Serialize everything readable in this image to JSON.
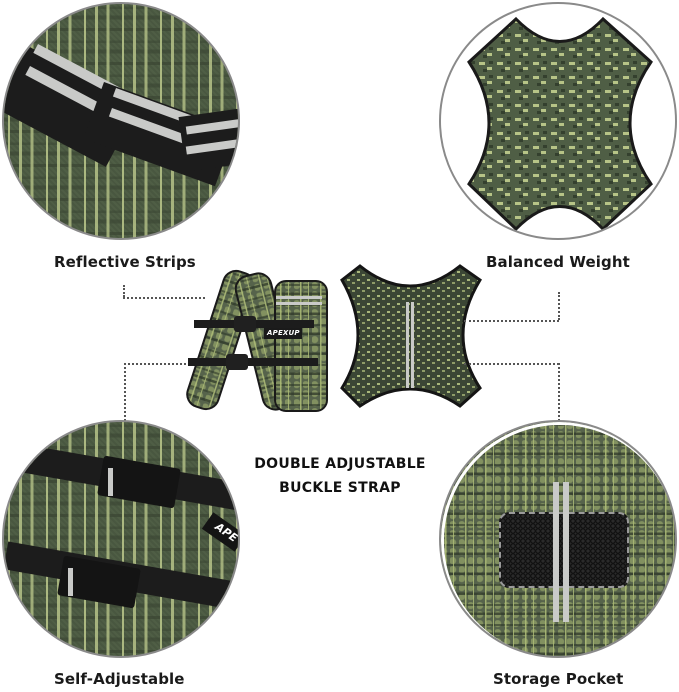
{
  "features": [
    {
      "id": "reflective-strips",
      "label": "Reflective Strips",
      "position": "top-left"
    },
    {
      "id": "balanced-weight",
      "label": "Balanced Weight",
      "position": "top-right"
    },
    {
      "id": "self-adjustable",
      "label": "Self-Adjustable",
      "position": "bottom-left"
    },
    {
      "id": "storage-pocket",
      "label": "Storage Pocket",
      "position": "bottom-right"
    }
  ],
  "center": {
    "line1": "DOUBLE ADJUSTABLE",
    "line2": "BUCKLE STRAP"
  },
  "brand": {
    "name": "APEXUP",
    "name_partial": "APE"
  },
  "colors": {
    "camo_base": "#4f5e45",
    "camo_light": "#bcc98c",
    "strap": "#1c1c1c",
    "reflective": "#c9cac8",
    "circle_border": "#8a8a8a",
    "text": "#1a1a1a"
  }
}
